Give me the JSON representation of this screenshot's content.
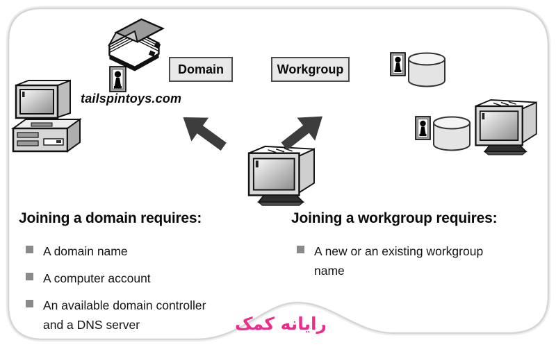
{
  "diagram": {
    "domain_label": "Domain",
    "workgroup_label": "Workgroup",
    "domain_name_label": "tailspintoys.com",
    "icons": {
      "directory_book": "directory-book-icon",
      "user_badge": "user-account-icon",
      "client_computer": "client-computer-icon",
      "center_monitor": "joining-computer-icon",
      "workgroup_computer": "workgroup-computer-icon",
      "local_account_database": "user-database-icon",
      "arrow_to_domain": "arrow-to-domain-icon",
      "arrow_to_workgroup": "arrow-to-workgroup-icon"
    }
  },
  "domain_section": {
    "heading": "Joining a domain requires:",
    "items": [
      "A domain name",
      "A computer account",
      "An available domain controller and a DNS server"
    ]
  },
  "workgroup_section": {
    "heading": "Joining a workgroup requires:",
    "items": [
      "A new or an existing workgroup name"
    ]
  },
  "watermark": {
    "text": "رایانه کمک"
  },
  "colors": {
    "label_box_fill": "#e9e9e9",
    "label_box_border": "#4a4a4a",
    "arrow_fill": "#3d3d3d",
    "bullet_gray": "#8a8a8a",
    "watermark_pink": "#ed2c8c",
    "card_border": "#d6d6d6",
    "icon_gray": "#d6d6d6"
  }
}
